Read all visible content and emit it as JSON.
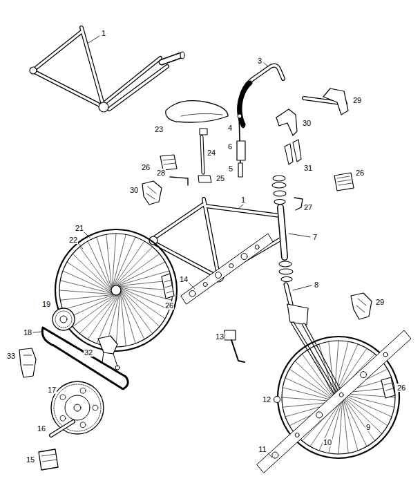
{
  "diagram": {
    "labels": [
      "1",
      "3",
      "29",
      "4",
      "30",
      "23",
      "6",
      "24",
      "31",
      "26",
      "28",
      "26",
      "5",
      "25",
      "30",
      "1",
      "27",
      "21",
      "22",
      "7",
      "14",
      "26",
      "8",
      "29",
      "19",
      "18",
      "32",
      "13",
      "33",
      "26",
      "17",
      "12",
      "9",
      "16",
      "10",
      "11",
      "15"
    ]
  }
}
